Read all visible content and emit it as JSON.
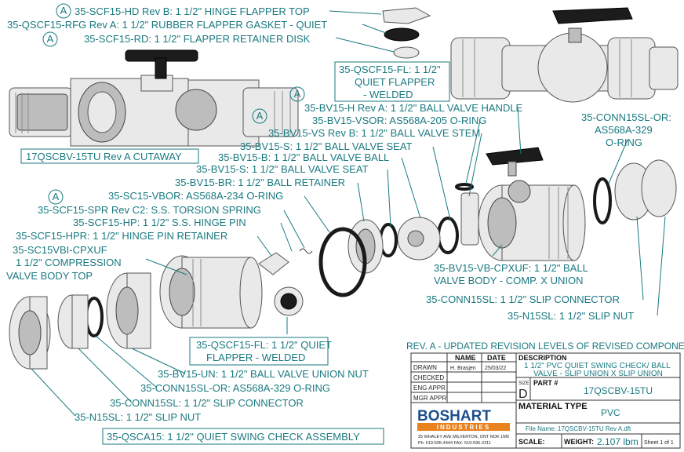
{
  "callouts": {
    "hinge_flapper_top": "35-SCF15-HD Rev B: 1 1/2\" HINGE FLAPPER TOP",
    "flapper_gasket": "35-QSCF15-RFG Rev A: 1 1/2\" RUBBER FLAPPER GASKET - QUIET",
    "flapper_retainer_disk": "35-SCF15-RD: 1 1/2\" FLAPPER RETAINER DISK",
    "quiet_flapper_welded_top": [
      "35-QSCF15-FL: 1 1/2\"",
      "QUIET FLAPPER",
      "- WELDED"
    ],
    "ball_valve_handle": "35-BV15-H Rev A: 1 1/2\" BALL VALVE HANDLE",
    "vsor_oring": "35-BV15-VSOR: AS568A-205 O-RING",
    "ball_valve_stem": "35-BV15-VS Rev B: 1 1/2\" BALL VALVE STEM",
    "cutaway": "17QSCBV-15TU Rev A CUTAWAY",
    "seat_1": "35-BV15-S: 1 1/2\" BALL VALVE SEAT",
    "ball": "35-BV15-B: 1 1/2\" BALL VALVE BALL",
    "seat_2": "35-BV15-S: 1 1/2\" BALL VALVE SEAT",
    "ball_retainer": "35-BV15-BR: 1 1/2\" BALL RETAINER",
    "vbor_oring": "35-SC15-VBOR: AS568A-234 O-RING",
    "torsion_spring": "35-SCF15-SPR Rev C2: S.S. TORSION SPRING",
    "hinge_pin": "35-SCF15-HP: 1 1/2\" S.S. HINGE PIN",
    "hinge_pin_retainer": "35-SCF15-HPR: 1 1/2\" HINGE PIN RETAINER",
    "compression_body": [
      "35-SC15VBI-CPXUF",
      "1 1/2\" COMPRESSION",
      "VALVE BODY TOP"
    ],
    "conn_oring_right": [
      "35-CONN15SL-OR:",
      "AS568A-329",
      "O-RING"
    ],
    "ball_valve_body": [
      "35-BV15-VB-CPXUF: 1 1/2\" BALL",
      "VALVE BODY -  COMP. X UNION"
    ],
    "slip_connector_right": "35-CONN15SL: 1 1/2\" SLIP CONNECTOR",
    "slip_nut_right": "35-N15SL: 1 1/2\" SLIP NUT",
    "quiet_flapper_welded_mid": [
      "35-QSCF15-FL: 1 1/2\" QUIET",
      "FLAPPER - WELDED"
    ],
    "union_nut": "35-BV15-UN: 1 1/2\" BALL VALVE UNION NUT",
    "conn_oring_left": "35-CONN15SL-OR: AS568A-329 O-RING",
    "slip_connector_left": "35-CONN15SL: 1 1/2\" SLIP CONNECTOR",
    "slip_nut_left": "35-N15SL: 1 1/2\" SLIP NUT",
    "assembly": "35-QSCA15: 1 1/2\" QUIET SWING CHECK ASSEMBLY",
    "rev_marker": "A",
    "revision_note": "REV. A - UPDATED REVISION LEVELS OF REVISED COMPONENTS"
  },
  "title_block": {
    "col_name": "NAME",
    "col_date": "DATE",
    "drawn_label": "DRAWN",
    "drawn_name": "H. Brasjen",
    "drawn_date": "25/03/22",
    "checked_label": "CHECKED",
    "eng_appr_label": "ENG APPR",
    "mgr_appr_label": "MGR APPR",
    "description_label": "DESCRIPTION",
    "description": [
      "1 1/2\" PVC QUIET SWING CHECK/ BALL",
      "VALVE - SLIP UNION X SLIP UNION"
    ],
    "size_label": "SIZE",
    "size_value": "D",
    "part_label": "PART #",
    "part_value": "17QSCBV-15TU",
    "material_label": "MATERIAL TYPE",
    "material_value": "PVC",
    "company": "BOSHART",
    "company_sub": "INDUSTRIES",
    "address": [
      "25 WHALEY AVE MILVERTON, ONT NOK 1M0",
      "Ph: 519-595-4444  FAX: 519-595-2311"
    ],
    "file_name": "File Name: 17QSCBV-15TU Rev A.dft",
    "scale_label": "SCALE:",
    "weight_label": "WEIGHT:",
    "weight_value": "2.107 lbm",
    "sheet": "Sheet 1 of 1"
  },
  "colors": {
    "callout": "#1a7a80",
    "part_fill": "#e9e9e9",
    "handle": "#1c1c1c",
    "logo_orange": "#e8821e"
  }
}
